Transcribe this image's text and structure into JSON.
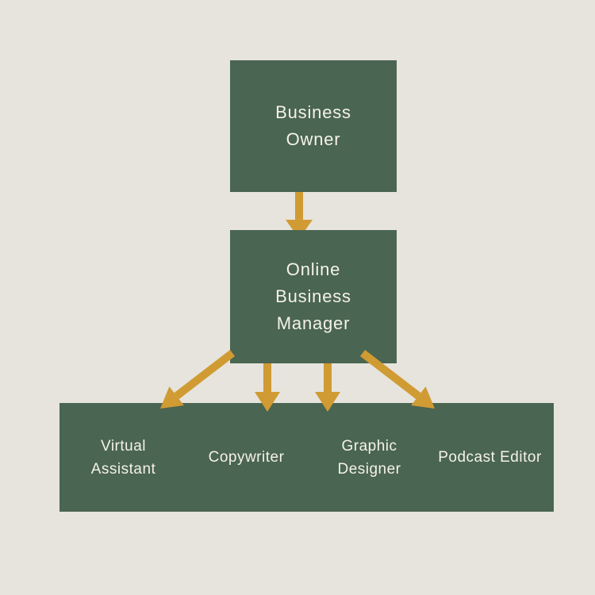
{
  "diagram": {
    "type": "org-chart",
    "colors": {
      "background": "#e6e4dc",
      "node_fill": "#4a6551",
      "node_text": "#f5f2e9",
      "arrow": "#d09b33"
    },
    "nodes": {
      "root": {
        "label": "Business Owner"
      },
      "manager": {
        "label": "Online Business Manager"
      },
      "children": [
        {
          "label": "Virtual Assistant"
        },
        {
          "label": "Copywriter"
        },
        {
          "label": "Graphic Designer"
        },
        {
          "label": "Podcast Editor"
        }
      ]
    },
    "edges": [
      {
        "from": "Business Owner",
        "to": "Online Business Manager"
      },
      {
        "from": "Online Business Manager",
        "to": "Virtual Assistant"
      },
      {
        "from": "Online Business Manager",
        "to": "Copywriter"
      },
      {
        "from": "Online Business Manager",
        "to": "Graphic Designer"
      },
      {
        "from": "Online Business Manager",
        "to": "Podcast Editor"
      }
    ]
  }
}
